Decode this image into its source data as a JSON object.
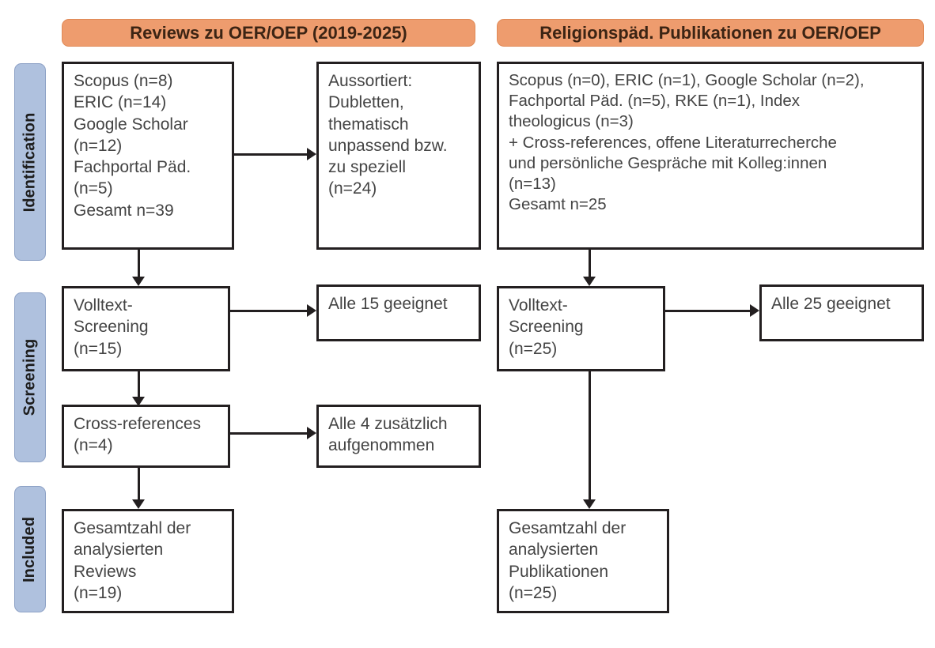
{
  "figure": {
    "type": "prisma-flow-diagram",
    "columns": [
      {
        "id": "left",
        "title": "Reviews zu OER/OEP (2019-2025)"
      },
      {
        "id": "right",
        "title": "Religionspäd. Publikationen zu OER/OEP"
      }
    ],
    "stages": [
      {
        "id": "identification",
        "label": "Identification"
      },
      {
        "id": "screening",
        "label": "Screening"
      },
      {
        "id": "included",
        "label": "Included"
      }
    ],
    "colors": {
      "header_fill": "#EE9C6E",
      "header_border": "#E08A57",
      "stage_fill": "#AFC1DE",
      "stage_border": "#8EA2C6",
      "box_border": "#231F20",
      "text": "#444444",
      "background": "#FFFFFF"
    }
  },
  "boxes": {
    "left_sources": {
      "lines": [
        "Scopus (n=8)",
        "ERIC (n=14)",
        "Google Scholar",
        "(n=12)",
        "Fachportal Päd.",
        "(n=5)",
        "Gesamt n=39"
      ]
    },
    "left_excluded": {
      "lines": [
        "Aussortiert:",
        "Dubletten,",
        "thematisch",
        "unpassend bzw.",
        "zu speziell",
        "(n=24)"
      ]
    },
    "left_fulltext": {
      "lines": [
        "Volltext-",
        "Screening",
        "(n=15)"
      ]
    },
    "left_fulltext_result": {
      "lines": [
        "Alle 15 geeignet"
      ]
    },
    "left_crossrefs": {
      "lines": [
        "Cross-references",
        "(n=4)"
      ]
    },
    "left_crossrefs_result": {
      "lines": [
        "Alle 4 zusätzlich",
        "aufgenommen"
      ]
    },
    "left_included": {
      "lines": [
        "Gesamtzahl der",
        "analysierten",
        "Reviews",
        "(n=19)"
      ]
    },
    "right_sources": {
      "lines": [
        "Scopus (n=0), ERIC (n=1), Google Scholar (n=2),",
        "Fachportal Päd. (n=5), RKE (n=1), Index",
        "theologicus (n=3)",
        "+ Cross-references, offene Literaturrecherche",
        "und persönliche Gespräche mit Kolleg:innen",
        "(n=13)",
        "Gesamt n=25"
      ]
    },
    "right_fulltext": {
      "lines": [
        "Volltext-",
        "Screening",
        "(n=25)"
      ]
    },
    "right_fulltext_result": {
      "lines": [
        "Alle 25 geeignet"
      ]
    },
    "right_included": {
      "lines": [
        "Gesamtzahl der",
        "analysierten",
        "Publikationen",
        "(n=25)"
      ]
    }
  },
  "chart_data": {
    "type": "table",
    "title": "PRISMA Flussdiagramm: Reviews und religionspädagogische Publikationen zu OER/OEP",
    "streams": [
      {
        "name": "Reviews zu OER/OEP (2019-2025)",
        "identification_sources": [
          {
            "source": "Scopus",
            "n": 8
          },
          {
            "source": "ERIC",
            "n": 14
          },
          {
            "source": "Google Scholar",
            "n": 12
          },
          {
            "source": "Fachportal Päd.",
            "n": 5
          }
        ],
        "identification_total": 39,
        "excluded": {
          "reasons": "Dubletten, thematisch unpassend bzw. zu speziell",
          "n": 24
        },
        "fulltext_screening_n": 15,
        "fulltext_screening_result": "Alle 15 geeignet",
        "cross_references_n": 4,
        "cross_references_result": "Alle 4 zusätzlich aufgenommen",
        "included_n": 19,
        "included_label": "Gesamtzahl der analysierten Reviews"
      },
      {
        "name": "Religionspäd. Publikationen zu OER/OEP",
        "identification_sources": [
          {
            "source": "Scopus",
            "n": 0
          },
          {
            "source": "ERIC",
            "n": 1
          },
          {
            "source": "Google Scholar",
            "n": 2
          },
          {
            "source": "Fachportal Päd.",
            "n": 5
          },
          {
            "source": "RKE",
            "n": 1
          },
          {
            "source": "Index theologicus",
            "n": 3
          },
          {
            "source": "Cross-references, offene Literaturrecherche und persönliche Gespräche mit Kolleg:innen",
            "n": 13
          }
        ],
        "identification_total": 25,
        "fulltext_screening_n": 25,
        "fulltext_screening_result": "Alle 25 geeignet",
        "included_n": 25,
        "included_label": "Gesamtzahl der analysierten Publikationen"
      }
    ]
  }
}
